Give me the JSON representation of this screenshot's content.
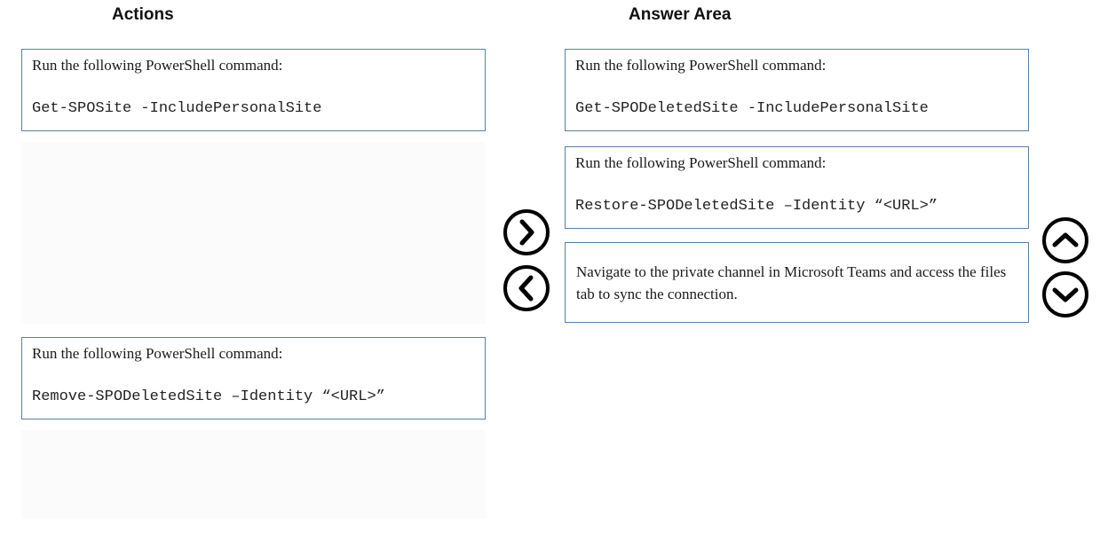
{
  "headings": {
    "actions": "Actions",
    "answer_area": "Answer Area"
  },
  "actions": [
    {
      "line1": "Run the following PowerShell command:",
      "command": "Get-SPOSite -IncludePersonalSite"
    },
    {
      "line1": "Run the following PowerShell command:",
      "command": "Remove-SPODeletedSite –Identity “<URL>”"
    }
  ],
  "answer_area": [
    {
      "line1": "Run the following PowerShell command:",
      "command": "Get-SPODeletedSite -IncludePersonalSite"
    },
    {
      "line1": "Run the following PowerShell command:",
      "command": "Restore-SPODeletedSite –Identity “<URL>”"
    },
    {
      "text": "Navigate to the private channel in Microsoft Teams and access the files tab to sync the connection."
    }
  ],
  "controls": {
    "move_right_icon": "chevron-right-circle-icon",
    "move_left_icon": "chevron-left-circle-icon",
    "move_up_icon": "chevron-up-circle-icon",
    "move_down_icon": "chevron-down-circle-icon"
  },
  "colors": {
    "card_border": "#5b7fa3",
    "icon_stroke": "#000000"
  }
}
